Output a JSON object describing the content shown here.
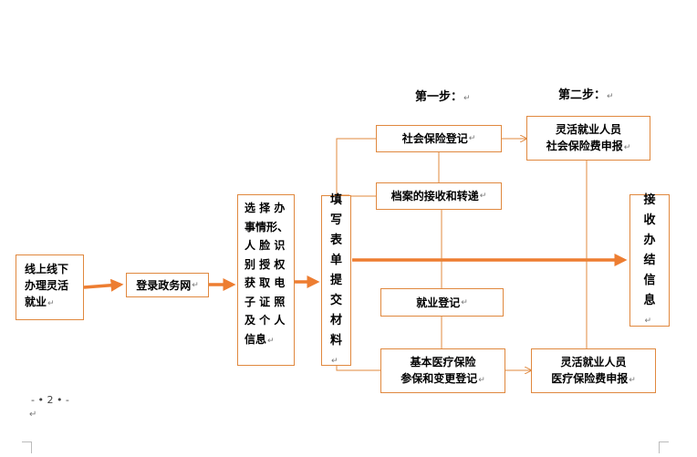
{
  "steps": {
    "first": "第一步：",
    "second": "第二步："
  },
  "boxes": {
    "offline": [
      "线上线下",
      "办理灵活",
      "就业"
    ],
    "login": "登录政务网",
    "choose": [
      "选 择 办",
      "事情形、",
      "人 脸 识",
      "别 授 权",
      "获 取 电",
      "子 证 照",
      "及 个 人",
      "信息"
    ],
    "fill": [
      "填",
      "写",
      "表",
      "单",
      "提",
      "交",
      "材",
      "料"
    ],
    "social": "社会保险登记",
    "archive": "档案的接收和转递",
    "employ": "就业登记",
    "medical": [
      "基本医疗保险",
      "参保和变更登记"
    ],
    "flex_social": [
      "灵活就业人员",
      "社会保险费申报"
    ],
    "flex_medical": [
      "灵活就业人员",
      "医疗保险费申报"
    ],
    "receive": [
      "接",
      "收",
      "办",
      "结",
      "信",
      "息"
    ]
  },
  "paragraph_mark": "↵",
  "footer": {
    "page_number": "- • 2 • -"
  },
  "colors": {
    "arrow": "#ed7d31",
    "border": "#e0883e"
  }
}
